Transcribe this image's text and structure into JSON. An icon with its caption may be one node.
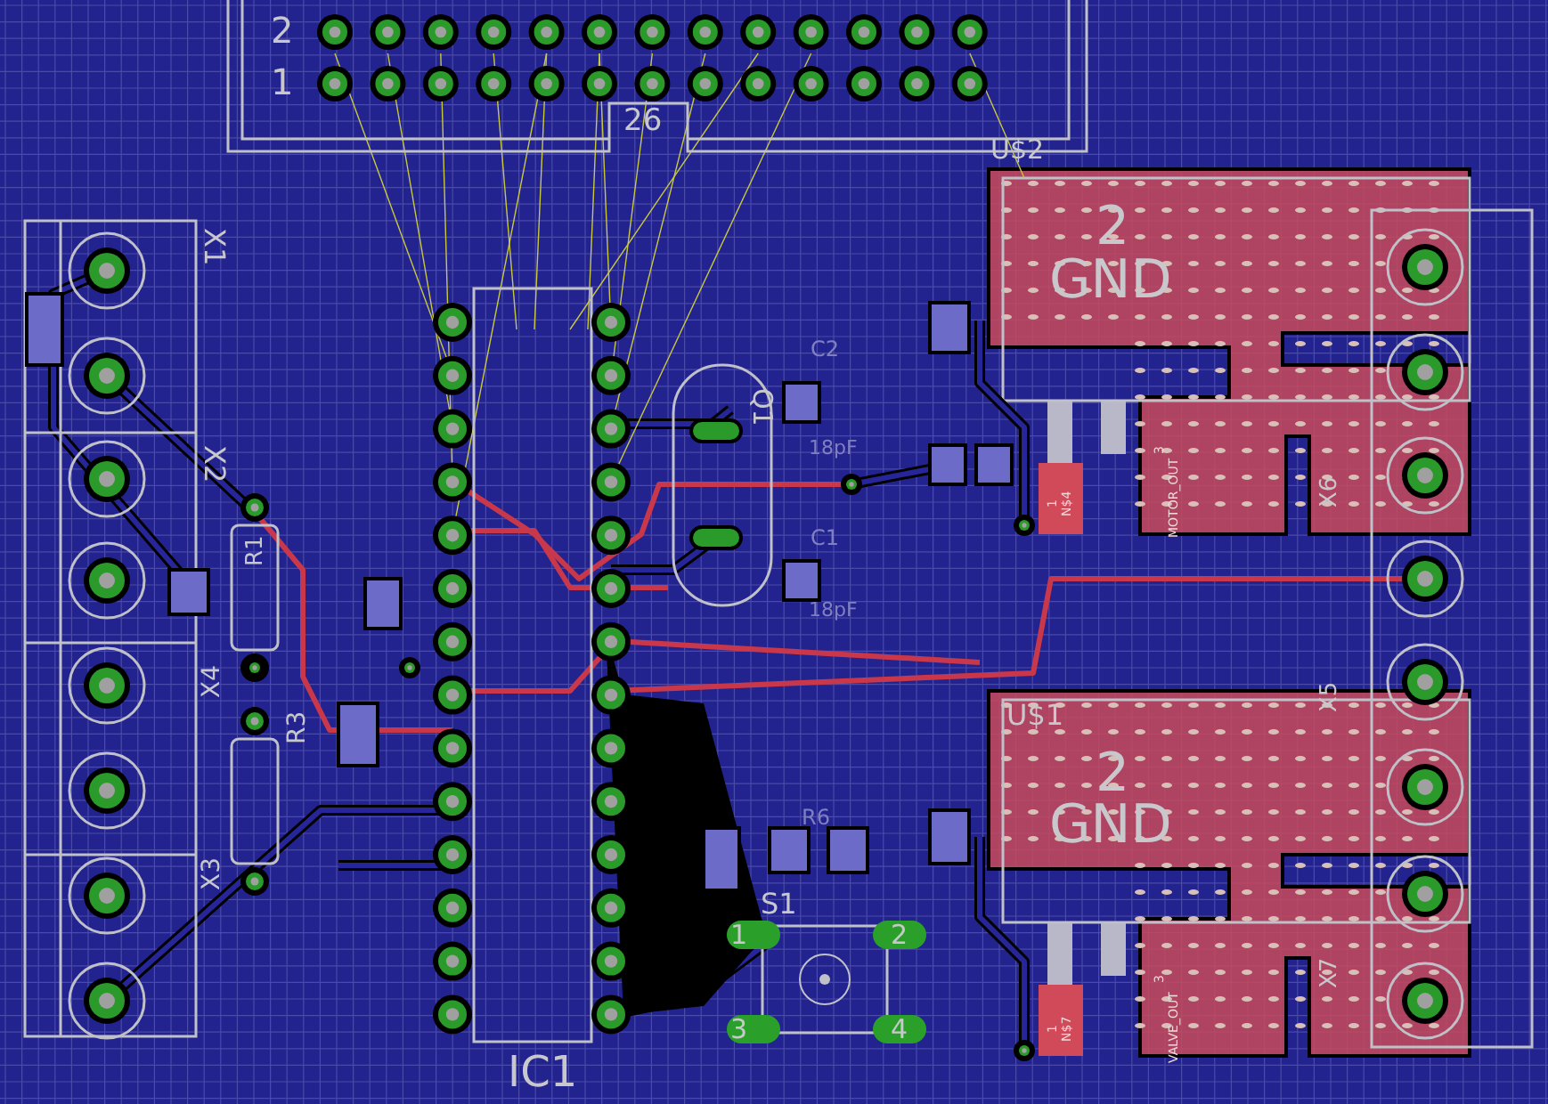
{
  "diagram": {
    "labels": [
      "2",
      "1",
      "26",
      "X1",
      "X2",
      "R1",
      "X4",
      "R3",
      "X3",
      "IC1",
      "Q1",
      "C2",
      "18pF",
      "C1",
      "18pF",
      "U$2",
      "2",
      "GND",
      "1",
      "N$4",
      "3",
      "MOTOR_OUT",
      "X6",
      "U$1",
      "2",
      "GND",
      "R6",
      "S1",
      "1",
      "2",
      "3",
      "4",
      "1",
      "N$7",
      "3",
      "VALVE_OUT",
      "X5",
      "X7"
    ]
  }
}
